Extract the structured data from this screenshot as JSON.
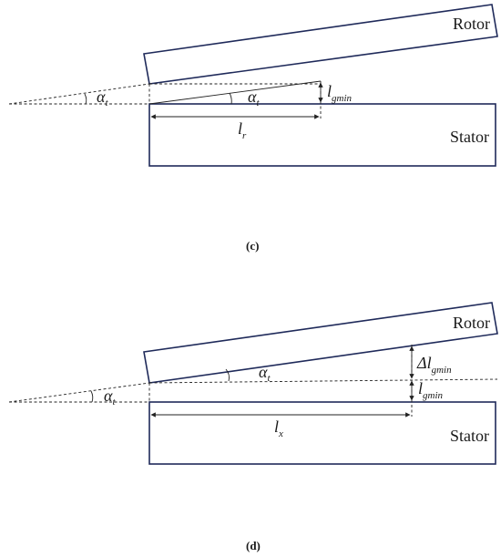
{
  "panel_c": {
    "rotor": "Rotor",
    "stator": "Stator",
    "alpha": "α",
    "alpha_sub": "t",
    "lg": "l",
    "lg_sub": "gmin",
    "lr": "l",
    "lr_sub": "r",
    "caption": "(c)"
  },
  "panel_d": {
    "rotor": "Rotor",
    "stator": "Stator",
    "alpha": "α",
    "alpha_sub": "t",
    "dlg": "Δl",
    "dlg_sub": "gmin",
    "lg": "l",
    "lg_sub": "gmin",
    "lx": "l",
    "lx_sub": "x",
    "caption": "(d)"
  },
  "colors": {
    "box": "#1f2a5a",
    "line": "#222222"
  }
}
